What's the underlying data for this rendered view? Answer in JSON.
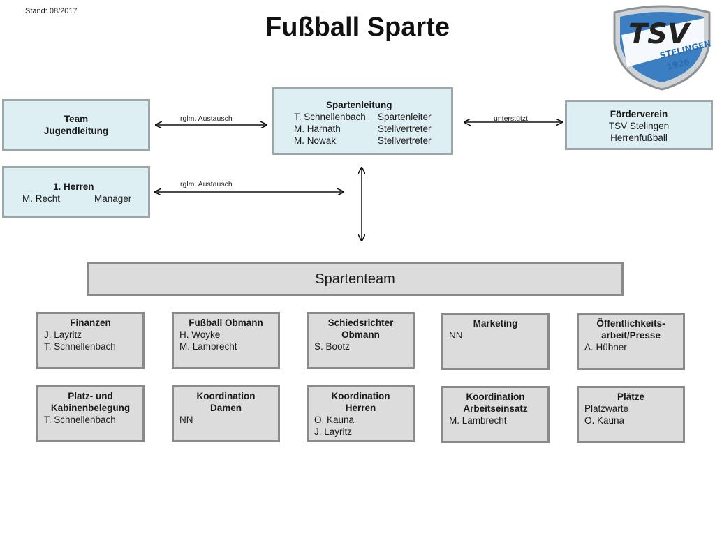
{
  "stand": "Stand: 08/2017",
  "title": "Fußball Sparte",
  "logo": {
    "text_top": "TSV",
    "text_ring": "STELINGEN",
    "year": "1926",
    "colors": {
      "blue": "#3b7fc2",
      "ring": "#cfd3d6"
    }
  },
  "spartenleitung": {
    "title": "Spartenleitung",
    "rows": [
      {
        "name": "T. Schnellenbach",
        "role": "Spartenleiter"
      },
      {
        "name": "M. Harnath",
        "role": "Stellvertreter"
      },
      {
        "name": "M. Nowak",
        "role": "Stellvertreter"
      }
    ]
  },
  "team_jugend": {
    "line1": "Team",
    "line2": "Jugendleitung"
  },
  "foerderverein": {
    "title": "Förderverein",
    "line1": "TSV Stelingen",
    "line2": "Herrenfußball"
  },
  "herren": {
    "title": "1.   Herren",
    "name": "M. Recht",
    "role": "Manager"
  },
  "labels": {
    "austausch1": "rglm. Austausch",
    "unterstuetzt": "unterstützt",
    "austausch2": "rglm. Austausch"
  },
  "spartenteam": "Spartenteam",
  "team_row1": [
    {
      "title": [
        "Finanzen"
      ],
      "lines": [
        "J. Layritz",
        "T. Schnellenbach"
      ]
    },
    {
      "title": [
        "Fußball Obmann"
      ],
      "lines": [
        "H. Woyke",
        "M. Lambrecht"
      ]
    },
    {
      "title": [
        "Schiedsrichter",
        "Obmann"
      ],
      "lines": [
        "S. Bootz"
      ]
    },
    {
      "title": [
        "Marketing"
      ],
      "lines": [
        "NN"
      ]
    },
    {
      "title": [
        "Öffentlichkeits-",
        "arbeit/Presse"
      ],
      "lines": [
        "A. Hübner"
      ]
    }
  ],
  "team_row2": [
    {
      "title": [
        "Platz- und",
        "Kabinenbelegung"
      ],
      "lines": [
        "T. Schnellenbach"
      ]
    },
    {
      "title": [
        "Koordination",
        "Damen"
      ],
      "lines": [
        "NN"
      ]
    },
    {
      "title": [
        "Koordination",
        "Herren"
      ],
      "lines": [
        "O. Kauna",
        "J. Layritz"
      ]
    },
    {
      "title": [
        "Koordination",
        "Arbeitseinsatz"
      ],
      "lines": [
        "M. Lambrecht"
      ]
    },
    {
      "title": [
        "Plätze"
      ],
      "lines": [
        "Platzwarte",
        "O. Kauna"
      ]
    }
  ]
}
